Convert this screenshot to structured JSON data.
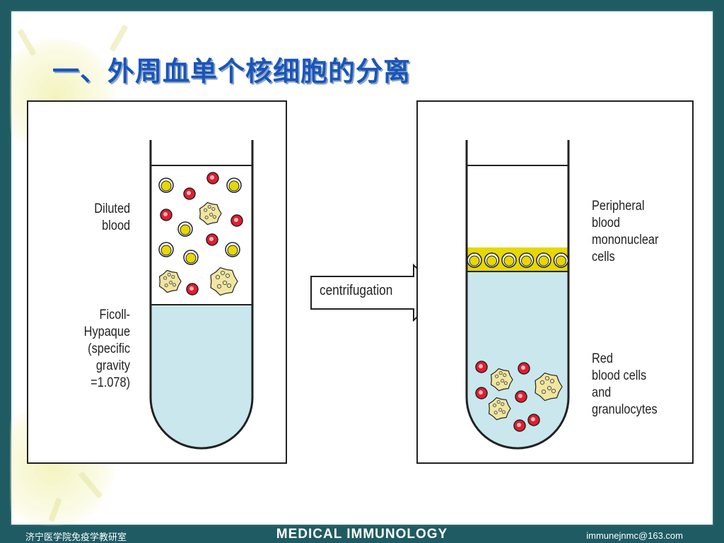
{
  "title": "一、外周血单个核细胞的分离",
  "left_panel": {
    "label_diluted": "Diluted\nblood",
    "label_ficoll": "Ficoll-\nHypaque\n(specific\ngravity\n=1.078)"
  },
  "arrow": {
    "label": "centrifugation"
  },
  "right_panel": {
    "label_pbmc": "Peripheral\nblood\nmononuclear\ncells",
    "label_rbc": "Red\nblood cells\nand\ngranulocytes"
  },
  "footer": {
    "left": "济宁医学院免疫学教研室",
    "center": "MEDICAL IMMUNOLOGY",
    "right": "immunejnmc@163.com"
  },
  "colors": {
    "frame": "#1f5b63",
    "title": "#1b55b8",
    "ficoll_fluid": "#c9e7ec",
    "red_cell": "#e01e2e",
    "mononuclear_cell": "#e6d800",
    "granulocyte": "#f1e6a0"
  }
}
